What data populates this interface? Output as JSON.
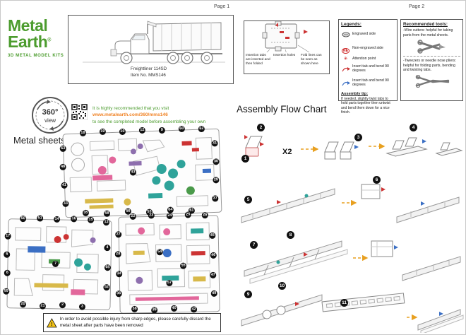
{
  "page_labels": {
    "page1": "Page 1",
    "page2": "Page 2"
  },
  "brand": {
    "logo_line1": "Metal",
    "logo_line2": "Earth",
    "registered": "®",
    "tagline": "3D METAL MODEL KITS"
  },
  "product": {
    "name": "Freightliner 114SD",
    "item_no": "Item No. MMS146"
  },
  "badge_360": {
    "big": "360°",
    "small": "view"
  },
  "recommendation": {
    "line1": "It is highly recommended that you visit",
    "url": "www.metalearth.com/360/mms146",
    "line2": "to see the completed model before assembling your own"
  },
  "metal_sheets": {
    "title": "Metal sheets",
    "sheet1_numbers": [
      "18",
      "19",
      "10",
      "12",
      "9",
      "60",
      "62",
      "63",
      "48",
      "41",
      "33",
      "35",
      "58",
      "56",
      "53",
      "64",
      "61",
      "31",
      "30",
      "29",
      "37",
      "43"
    ],
    "sheet2_numbers": [
      "50",
      "51",
      "14",
      "16",
      "15",
      "13",
      "17",
      "5",
      "6",
      "59",
      "20",
      "21",
      "2",
      "3",
      "4",
      "65",
      "52",
      "7"
    ],
    "sheet3_numbers": [
      "22",
      "23",
      "24",
      "25",
      "26",
      "27",
      "28",
      "34",
      "36",
      "38",
      "39",
      "40",
      "42",
      "45",
      "46",
      "47",
      "49",
      "54",
      "55",
      "57"
    ]
  },
  "warning": {
    "text": "In order to avoid possible injury from sharp edges, please carefully discard the metal sheet after parts have been removed"
  },
  "insertion_diagram": {
    "caption1": "Insertion tabs are inserted and then folded",
    "caption2": "Insertion holes",
    "caption3": "Fold lines can be seen as shown here"
  },
  "legends": {
    "title": "Legends:",
    "items": [
      {
        "label": "Engraved side"
      },
      {
        "icon_text": "NE",
        "label": "Non-engraved side"
      },
      {
        "label": "Attention point"
      },
      {
        "label": "Insert tab and bend 90 degrees"
      },
      {
        "label": "Insert tab and bend 90 degrees"
      }
    ],
    "tip_title": "Assembly tip:",
    "tip_text": "If needed, slightly twist tabs to hold parts together then untwist and bend them down for a nice finish."
  },
  "tools": {
    "title": "Recommended tools:",
    "tool1": "-Wire cutters: helpful for taking parts from the metal sheets.",
    "tool2": "-Tweezers or needle nose pliers: helpful for folding parts, bending and twisting tabs."
  },
  "flowchart": {
    "title": "Assembly Flow Chart",
    "multiplier": "X2",
    "steps": [
      "1",
      "2",
      "3",
      "4",
      "5",
      "6",
      "7",
      "8",
      "9",
      "10",
      "11"
    ]
  },
  "colors": {
    "brand_green": "#4c9c2e",
    "accent_orange": "#f08428",
    "highlight_teal": "#2fa39a",
    "highlight_pink": "#e2679b",
    "highlight_yellow": "#d8b94a",
    "highlight_purple": "#8e6fae",
    "highlight_red": "#cc3333",
    "highlight_blue": "#3b6fc4"
  }
}
